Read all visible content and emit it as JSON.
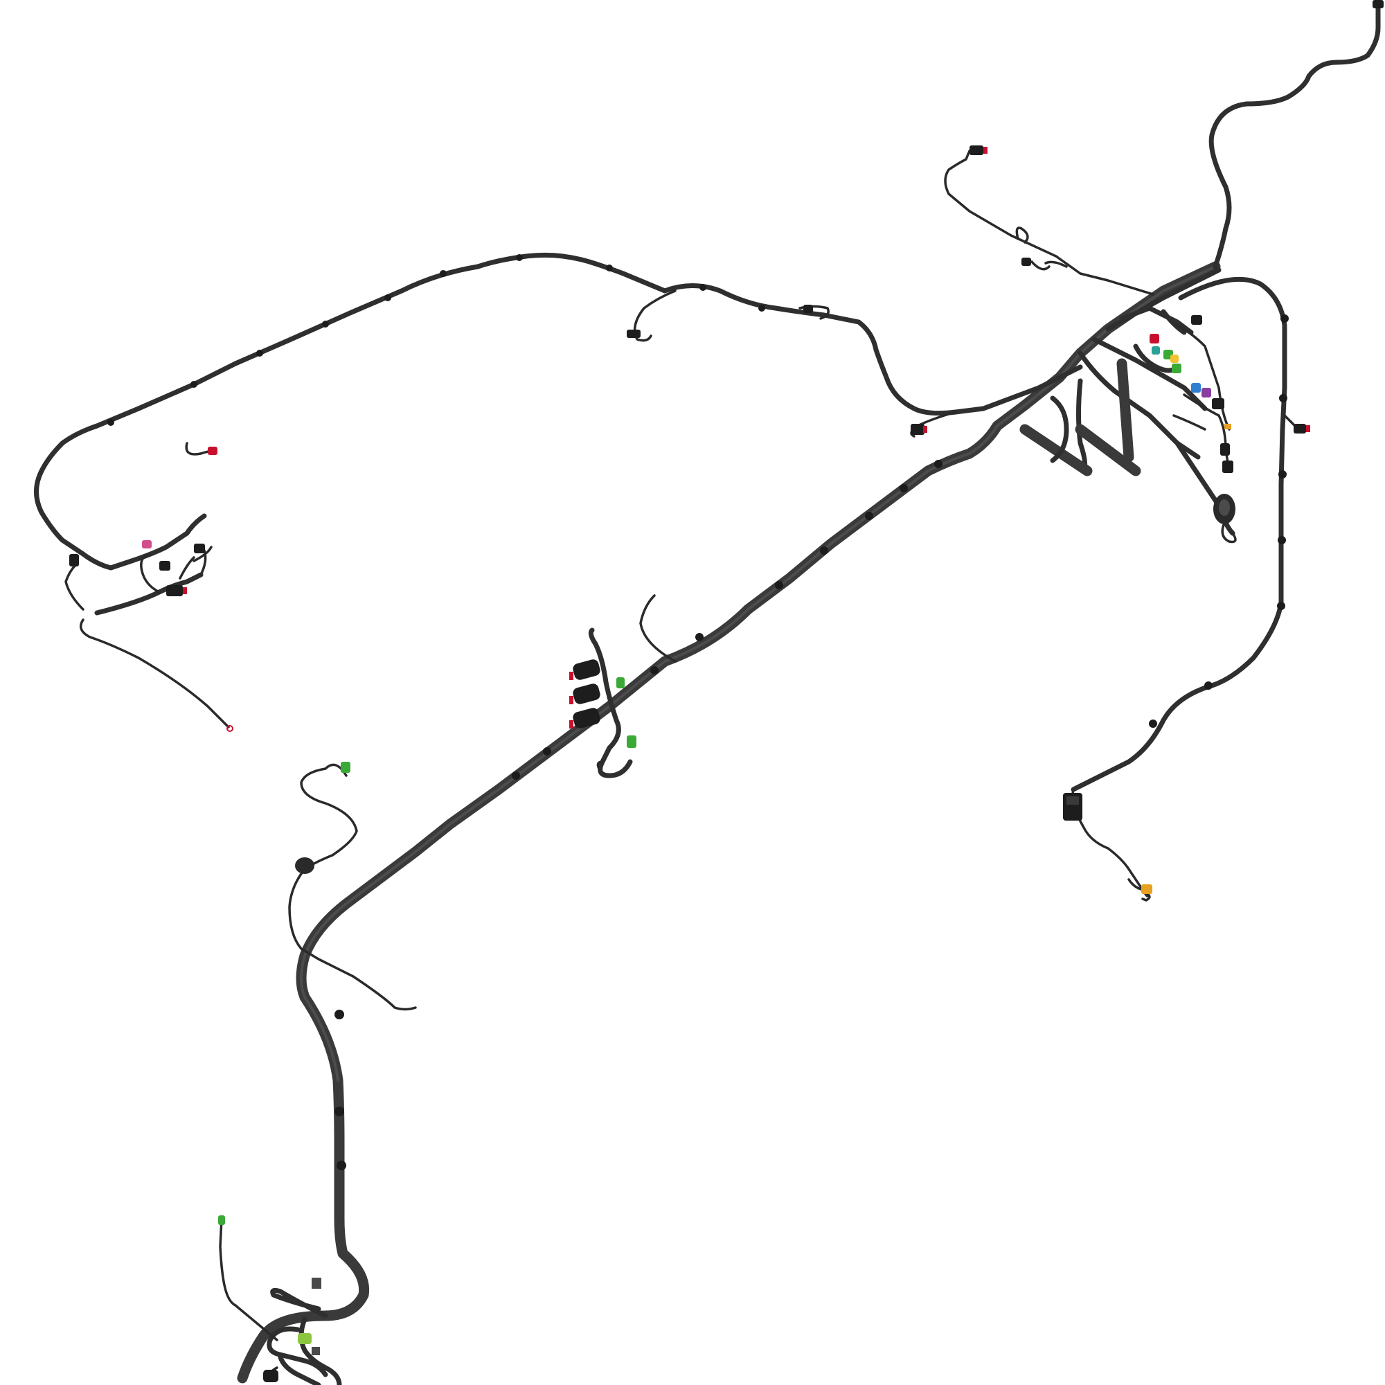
{
  "figure": {
    "background": "#ffffff",
    "subject": "wiring-harness-3d-render"
  },
  "colors": {
    "cable": "#3a3a3a",
    "cable_dark": "#1f1f1f",
    "connector_black": "#1d1d1d",
    "connector_red": "#c8102e",
    "connector_green": "#3aa935",
    "connector_lime": "#8cc63f",
    "connector_yellow": "#f2c230",
    "connector_orange": "#e8a020",
    "connector_blue": "#2f7fd0",
    "connector_purple": "#8a3fa0",
    "connector_teal": "#2aa198",
    "connector_pink": "#d24d8a"
  },
  "connectors": [
    {
      "id": "main-junction-red",
      "color_key": "connector_red"
    },
    {
      "id": "main-junction-green",
      "color_key": "connector_green"
    },
    {
      "id": "main-junction-yellow",
      "color_key": "connector_yellow"
    },
    {
      "id": "main-junction-blue",
      "color_key": "connector_blue"
    },
    {
      "id": "main-junction-purple",
      "color_key": "connector_purple"
    },
    {
      "id": "right-branch-red",
      "color_key": "connector_red"
    },
    {
      "id": "lower-right-orange",
      "color_key": "connector_orange"
    },
    {
      "id": "left-cluster-red",
      "color_key": "connector_red"
    },
    {
      "id": "left-cluster-pink",
      "color_key": "connector_pink"
    },
    {
      "id": "top-branch-red",
      "color_key": "connector_red"
    },
    {
      "id": "mid-branch-red",
      "color_key": "connector_red"
    },
    {
      "id": "mid-large-green",
      "color_key": "connector_green"
    },
    {
      "id": "bottom-lime",
      "color_key": "connector_lime"
    },
    {
      "id": "bottom-green",
      "color_key": "connector_green"
    },
    {
      "id": "left-loop-green",
      "color_key": "connector_green"
    }
  ]
}
